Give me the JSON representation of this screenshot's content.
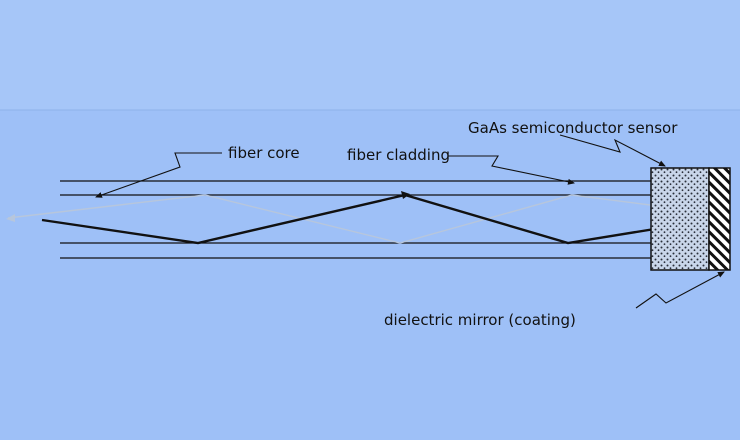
{
  "labels": {
    "fiber_core": "fiber core",
    "fiber_cladding": "fiber cladding",
    "sensor": "GaAs semiconductor sensor",
    "mirror": "dielectric mirror (coating)"
  },
  "colors": {
    "background": "#9ec0f7",
    "header_band": "#a6c6f8",
    "line": "#111111",
    "reflected_ray": "#b7c6dc",
    "sensor_fill": "#c9d6ea"
  }
}
